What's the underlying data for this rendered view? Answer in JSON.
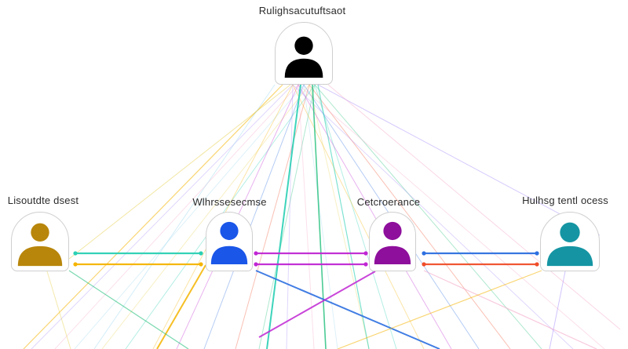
{
  "diagram": {
    "root": {
      "label": "Rulighsacutuftsaot",
      "color": "#000000"
    },
    "peers": [
      {
        "label": "Lisoutdte dsest",
        "color": "#b8860b"
      },
      {
        "label": "Wlhrssesecmse",
        "color": "#1a56e8"
      },
      {
        "label": "Cetcroerance",
        "color": "#8e0f9c"
      },
      {
        "label": "Hulhsg tentl ocess",
        "color": "#1595a3"
      }
    ],
    "connector_colors": [
      "#2ad0b4",
      "#f5b400",
      "#c026d3",
      "#2d6fe0",
      "#f04d2a",
      "#1fbf7a",
      "#a78bfa",
      "#f4a6c8",
      "#9fd9f0",
      "#e9d45a"
    ]
  }
}
